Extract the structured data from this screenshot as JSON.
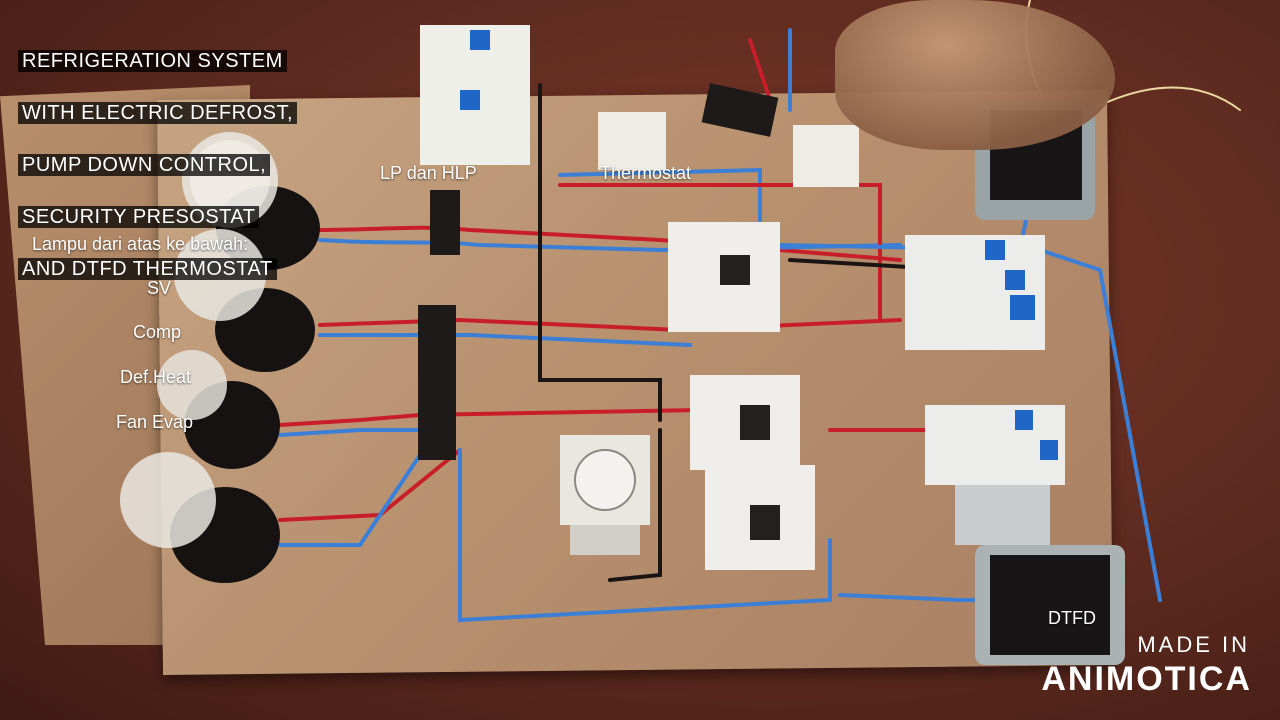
{
  "overlay": {
    "title_lines": [
      "REFRIGERATION SYSTEM",
      "WITH ELECTRIC DEFROST,",
      "PUMP DOWN CONTROL,",
      "SECURITY PRESOSTAT",
      "AND DTFD THERMOSTAT"
    ],
    "labels": {
      "lp_hlp": "LP dan HLP",
      "thermostat": "Thermostat",
      "lamps_heading": "Lampu dari atas ke bawah:",
      "sv": "SV",
      "comp": "Comp",
      "def_heat": "Def.Heat",
      "fan_evap": "Fan Evap",
      "dtfd": "DTFD"
    },
    "watermark": {
      "line1": "MADE IN",
      "line2": "ANIMOTICA"
    }
  },
  "colors": {
    "wire_red": "#c81e2a",
    "wire_blue": "#3b7fd6",
    "wire_black": "#1a1412",
    "board": "#c6a483",
    "table": "#5e2a1f"
  }
}
